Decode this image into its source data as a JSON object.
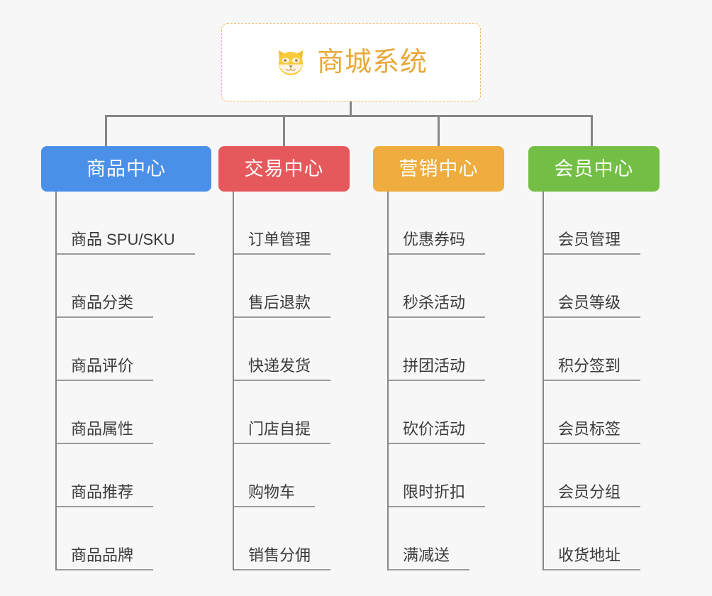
{
  "page": {
    "background_color": "#f7f7f7",
    "type": "mindmap-org-chart"
  },
  "root": {
    "title": "商城系统",
    "icon": "shiba-dog-face-icon",
    "text_color": "#e8a93a",
    "border_color": "#f0b95c",
    "background_color": "#ffffff"
  },
  "connector": {
    "color": "#868686"
  },
  "branches": [
    {
      "id": "product-center",
      "label": "商品中心",
      "color": "#4a90e8",
      "leaves": [
        {
          "label": "商品 SPU/SKU"
        },
        {
          "label": "商品分类"
        },
        {
          "label": "商品评价"
        },
        {
          "label": "商品属性"
        },
        {
          "label": "商品推荐"
        },
        {
          "label": "商品品牌"
        }
      ]
    },
    {
      "id": "trade-center",
      "label": "交易中心",
      "color": "#e5595c",
      "leaves": [
        {
          "label": "订单管理"
        },
        {
          "label": "售后退款"
        },
        {
          "label": "快递发货"
        },
        {
          "label": "门店自提"
        },
        {
          "label": "购物车"
        },
        {
          "label": "销售分佣"
        }
      ]
    },
    {
      "id": "marketing-center",
      "label": "营销中心",
      "color": "#eead3e",
      "leaves": [
        {
          "label": "优惠券码"
        },
        {
          "label": "秒杀活动"
        },
        {
          "label": "拼团活动"
        },
        {
          "label": "砍价活动"
        },
        {
          "label": "限时折扣"
        },
        {
          "label": "满减送"
        }
      ]
    },
    {
      "id": "member-center",
      "label": "会员中心",
      "color": "#73bf46",
      "leaves": [
        {
          "label": "会员管理"
        },
        {
          "label": "会员等级"
        },
        {
          "label": "积分签到"
        },
        {
          "label": "会员标签"
        },
        {
          "label": "会员分组"
        },
        {
          "label": "收货地址"
        }
      ]
    }
  ]
}
